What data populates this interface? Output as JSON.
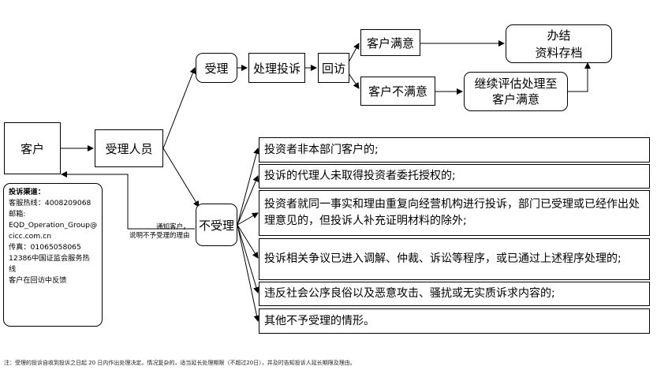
{
  "nodes": {
    "customer": "客户",
    "receiver": "受理人员",
    "accept": "受理",
    "handle": "处理投诉",
    "revisit": "回访",
    "satisfied": "客户满意",
    "unsatisfied": "客户不满意",
    "done_line1": "办结",
    "done_line2": "资料存档",
    "continue": "继续评估处理至客户满意",
    "reject": "不受理"
  },
  "reject_reasons": [
    "投资者非本部门客户的;",
    "投诉的代理人未取得投资者委托授权的;",
    "投资者就同一事实和理由重复向经营机构进行投诉，部门已受理或已经作出处理意见的，但投诉人补充证明材料的除外;",
    "投诉相关争议已进入调解、仲裁、诉讼等程序，或已通过上述程序处理的;",
    "违反社会公序良俗以及恶意攻击、骚扰或无实质诉求内容的;",
    "其他不予受理的情形。"
  ],
  "channels": {
    "title": "投诉渠道：",
    "hotline": "客服热线：4008209068",
    "email_label": "邮箱:",
    "email_1": "EQD_Operation_Group@",
    "email_2": "cicc.com.cn",
    "fax": "传真：01065058065",
    "csrc_1": "12386中国证监会服务热",
    "csrc_2": "线",
    "revisit": "客户在回访中反馈"
  },
  "notify_1": "通知客户，",
  "notify_2": "说明不予受理的理由",
  "footnote": "注：受理的投诉自收到投诉之日起 20 日内作出处理决定。情况复杂的，适当延长处理期限（不超过20日），并及时告知投诉人延长期限及理由。"
}
